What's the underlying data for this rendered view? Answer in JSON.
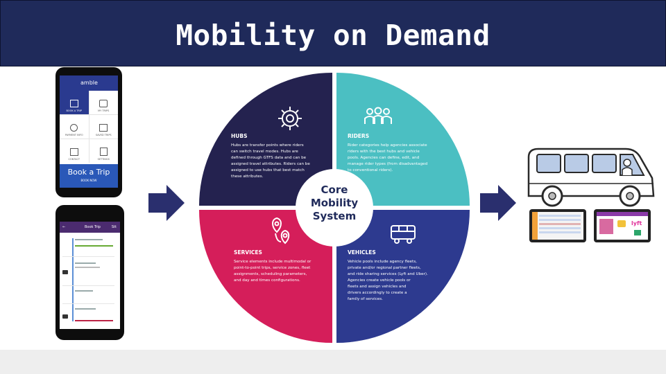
{
  "title": "Mobility on Demand",
  "phone_top": {
    "app_name": "amble",
    "tiles": [
      "BOOK A TRIP",
      "MY TRIPS",
      "PAYMENT INFO",
      "SAVED TRIPS",
      "CONTACT",
      "SETTINGS"
    ],
    "book_button": "Book a Trip",
    "book_sub": "BOOK NOW"
  },
  "phone_bottom": {
    "header": "Book Trip",
    "header_badge": "Stt"
  },
  "wheel": {
    "center": [
      "Core",
      "Mobility",
      "System"
    ],
    "colors": {
      "hubs": "#24224f",
      "riders": "#4bbfc2",
      "services": "#d51e5a",
      "vehicles": "#2d3a8f"
    },
    "hubs": {
      "title": "HUBS",
      "body": [
        "Hubs are transfer points where riders",
        "can switch travel modes. Hubs are",
        "defined through GTFS data and can be",
        "assigned travel attributes. Riders can be",
        "assigned to use hubs that best match",
        "these attributes."
      ]
    },
    "riders": {
      "title": "RIDERS",
      "body": [
        "Rider categories help agencies associate",
        "riders with the best hubs and vehicle",
        "pools. Agencies can define, edit, and",
        "manage rider types (from disadvantaged",
        "to conventional riders)."
      ]
    },
    "services": {
      "title": "SERVICES",
      "body": [
        "Service elements include multimodal or",
        "point-to-point trips, service zones, fleet",
        "assignments, scheduling parameters,",
        "and day and times configurations."
      ]
    },
    "vehicles": {
      "title": "VEHICLES",
      "body": [
        "Vehicle pools include agency fleets,",
        "private and/or regional partner fleets,",
        "and ride sharing services (Lyft and Uber).",
        "Agencies create vehicle pools or",
        "fleets and assign vehicles and",
        "drivers accordingly to create a",
        "family of services."
      ]
    }
  },
  "devices": {
    "tablet_badge": "lyft"
  }
}
